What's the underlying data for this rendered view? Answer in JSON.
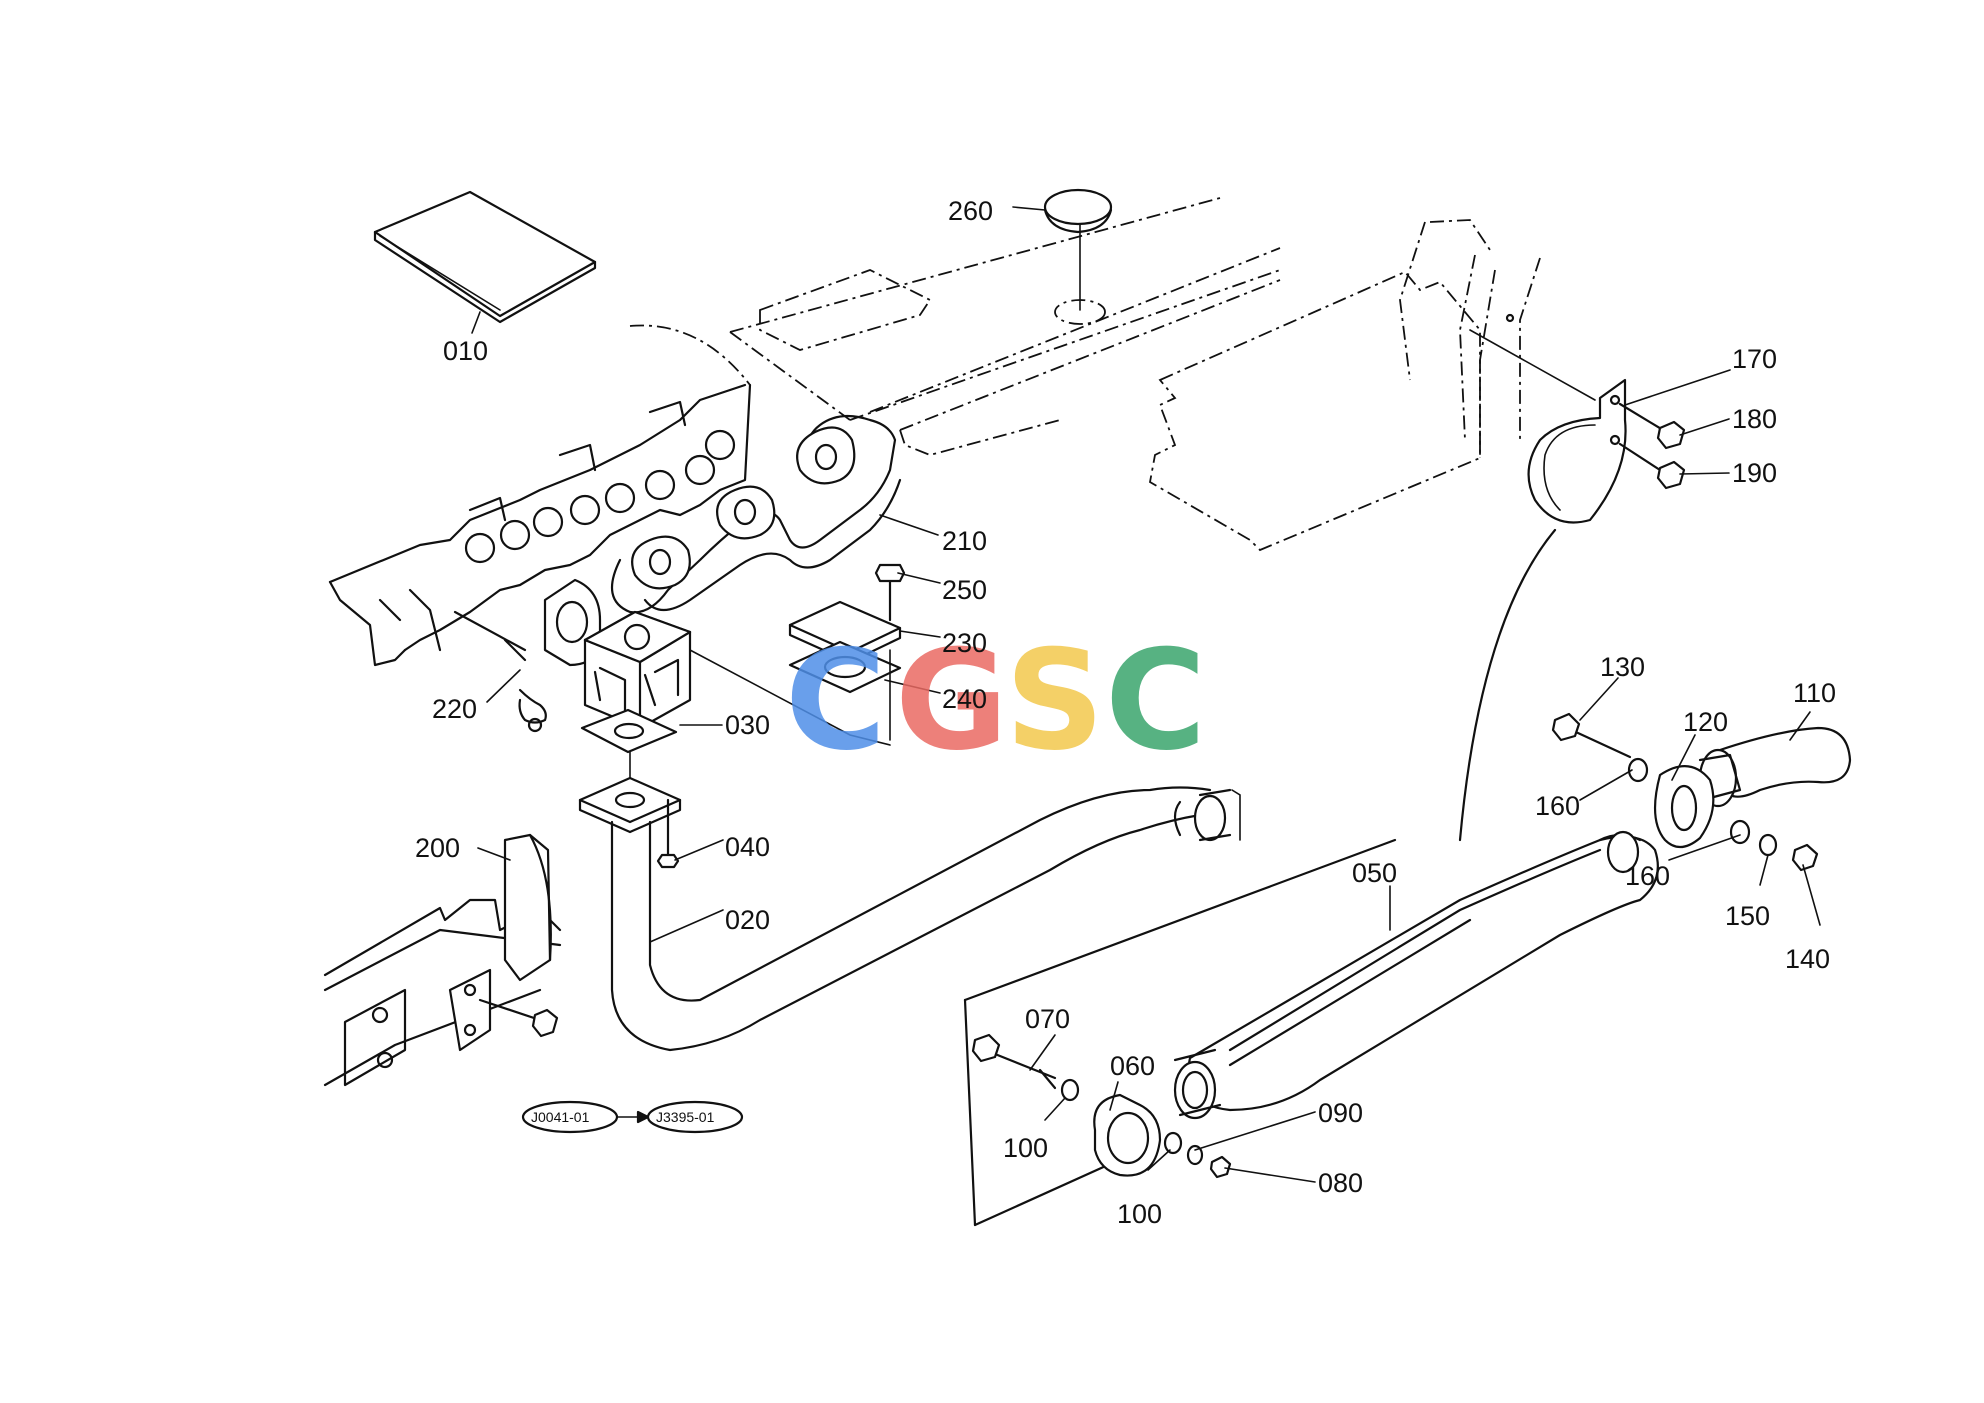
{
  "diagram": {
    "parts": [
      {
        "id": "010"
      },
      {
        "id": "020"
      },
      {
        "id": "030"
      },
      {
        "id": "040"
      },
      {
        "id": "050"
      },
      {
        "id": "060"
      },
      {
        "id": "070"
      },
      {
        "id": "080"
      },
      {
        "id": "090"
      },
      {
        "id": "100a",
        "label": "100"
      },
      {
        "id": "100b",
        "label": "100"
      },
      {
        "id": "110"
      },
      {
        "id": "120"
      },
      {
        "id": "130"
      },
      {
        "id": "140"
      },
      {
        "id": "150"
      },
      {
        "id": "160a",
        "label": "160"
      },
      {
        "id": "160b",
        "label": "160"
      },
      {
        "id": "170"
      },
      {
        "id": "180"
      },
      {
        "id": "190"
      },
      {
        "id": "200"
      },
      {
        "id": "210"
      },
      {
        "id": "220"
      },
      {
        "id": "230"
      },
      {
        "id": "240"
      },
      {
        "id": "250"
      },
      {
        "id": "260"
      }
    ],
    "labels": {
      "p010": "010",
      "p020": "020",
      "p030": "030",
      "p040": "040",
      "p050": "050",
      "p060": "060",
      "p070": "070",
      "p080": "080",
      "p090": "090",
      "p100a": "100",
      "p100b": "100",
      "p110": "110",
      "p120": "120",
      "p130": "130",
      "p140": "140",
      "p150": "150",
      "p160a": "160",
      "p160b": "160",
      "p170": "170",
      "p180": "180",
      "p190": "190",
      "p200": "200",
      "p210": "210",
      "p220": "220",
      "p230": "230",
      "p240": "240",
      "p250": "250",
      "p260": "260"
    },
    "serial_refs": {
      "from": "J0041-01",
      "to": "J3395-01"
    }
  },
  "watermark": {
    "letters": [
      "C",
      "G",
      "S",
      "C"
    ],
    "colors": [
      "#4f8fe8",
      "#ea6a63",
      "#f3c84d",
      "#3aa56d"
    ]
  }
}
